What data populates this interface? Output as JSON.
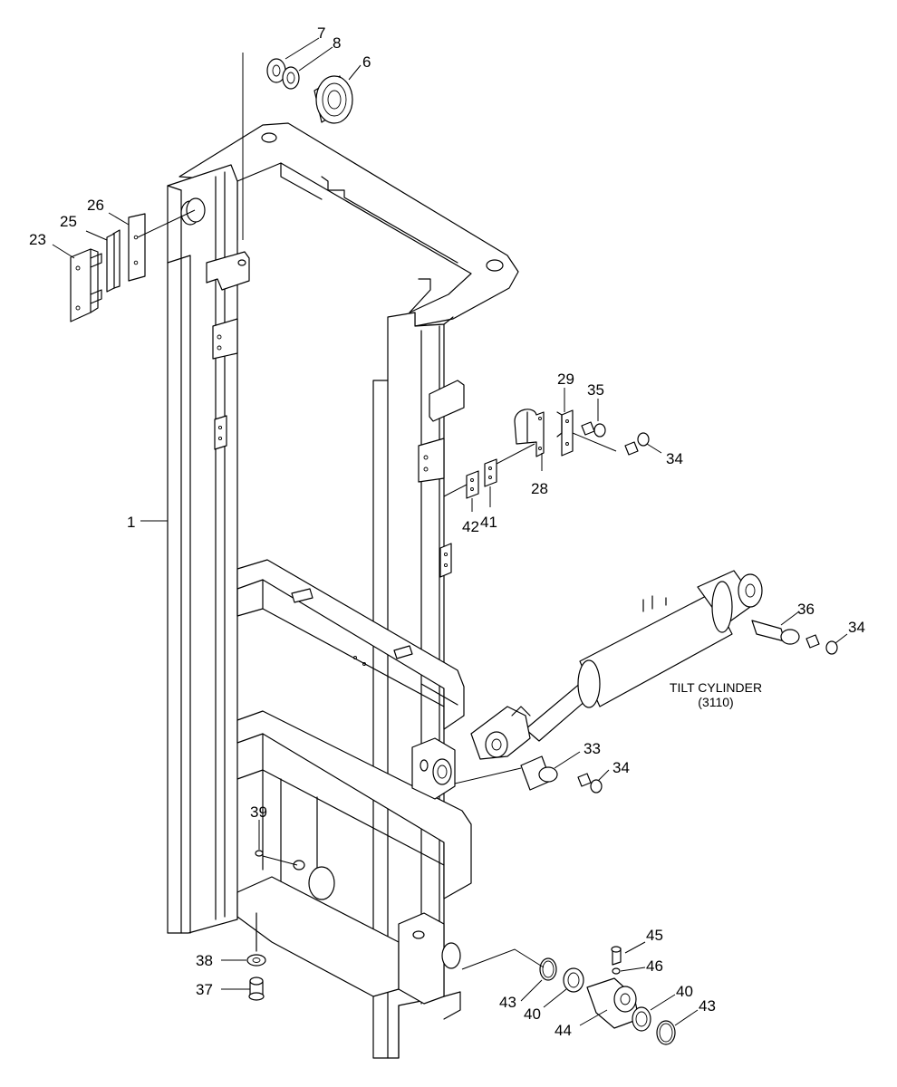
{
  "callouts": {
    "c1": "1",
    "c6": "6",
    "c7": "7",
    "c8": "8",
    "c23": "23",
    "c25": "25",
    "c26": "26",
    "c28": "28",
    "c29": "29",
    "c33": "33",
    "c34a": "34",
    "c34b": "34",
    "c34c": "34",
    "c35": "35",
    "c36": "36",
    "c37": "37",
    "c38": "38",
    "c39": "39",
    "c40a": "40",
    "c40b": "40",
    "c41": "41",
    "c42": "42",
    "c43a": "43",
    "c43b": "43",
    "c44": "44",
    "c45": "45",
    "c46": "46"
  },
  "tilt_cylinder": {
    "title": "TILT CYLINDER",
    "ref": "(3110)"
  }
}
